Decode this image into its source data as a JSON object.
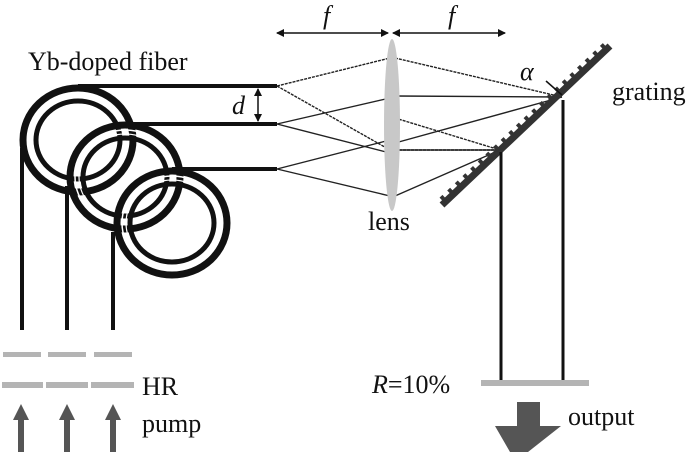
{
  "title": "Spectral beam combining of Yb-doped fiber lasers with external cavity",
  "labels": {
    "fiber": "Yb-doped fiber",
    "spacing": "d",
    "focal_left": "f",
    "focal_right": "f",
    "lens": "lens",
    "angle": "α",
    "grating": "grating",
    "hr": "HR",
    "pump": "pump",
    "reflectivity_symbol": "R",
    "reflectivity_value": "=10%",
    "output": "output"
  },
  "components": {
    "fiber_count": 3,
    "output_coupler_reflectivity_percent": 10
  },
  "colors": {
    "ink": "#111111",
    "lens": "#c8c8c8",
    "mirror": "#b4b4b4",
    "arrow": "#555555",
    "grating": "#333333"
  }
}
